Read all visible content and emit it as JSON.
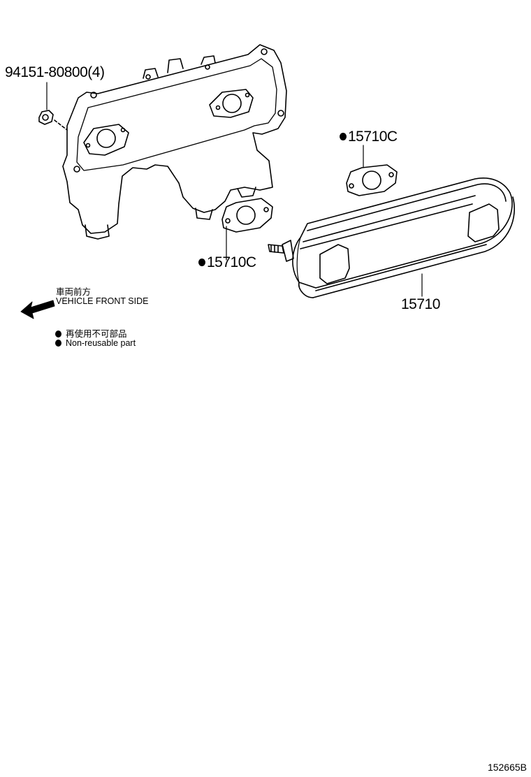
{
  "labels": {
    "bolt": "94151-80800(4)",
    "gasket_upper": "15710C",
    "gasket_lower": "15710C",
    "cooler": "15710"
  },
  "direction": {
    "jp": "車両前方",
    "en": "VEHICLE FRONT SIDE"
  },
  "legend": {
    "jp": "再使用不可部品",
    "en": "Non-reusable part"
  },
  "figure_id": "152665B"
}
